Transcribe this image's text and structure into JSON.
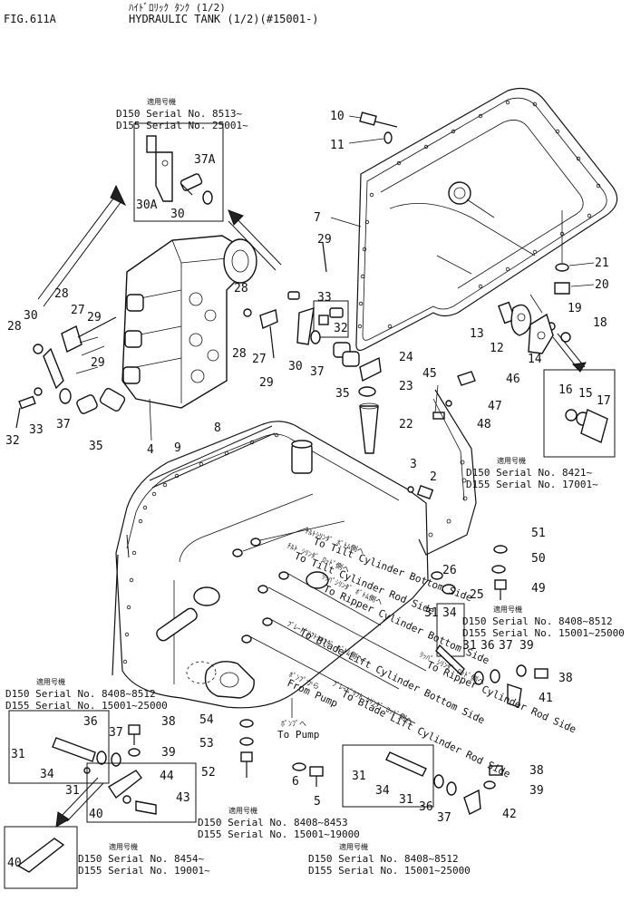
{
  "header": {
    "fig": "FIG.611A",
    "title_jp": "ﾊｲﾄﾞﾛﾘｯｸ ﾀﾝｸ (1/2)",
    "title": "HYDRAULIC TANK (1/2)(#15001-)"
  },
  "applicability_label": "適用号機",
  "notes": [
    {
      "id": "note-top",
      "lines": [
        "D150  Serial No. 8513~",
        "D155  Serial No. 25001~"
      ]
    },
    {
      "id": "note-right-mid",
      "lines": [
        "D150  Serial No. 8421~",
        "D155  Serial No. 17001~"
      ]
    },
    {
      "id": "note-right-low",
      "lines": [
        "D150  Serial No. 8408~8512",
        "D155  Serial No. 15001~25000"
      ]
    },
    {
      "id": "note-left-low",
      "lines": [
        "D150  Serial No. 8408~8512",
        "D155  Serial No. 15001~25000"
      ]
    },
    {
      "id": "note-bottom-mid",
      "lines": [
        "D150  Serial No. 8408~8453",
        "D155  Serial No. 15001~19000"
      ]
    },
    {
      "id": "note-bottom-left",
      "lines": [
        "D150  Serial No. 8454~",
        "D155  Serial No. 19001~"
      ]
    },
    {
      "id": "note-bottom-right",
      "lines": [
        "D150  Serial No. 8408~8512",
        "D155  Serial No. 15001~25000"
      ]
    }
  ],
  "port_labels": {
    "tilt_bottom": "To Tilt Cylinder Bottom Side",
    "tilt_rod": "To Tilt Cylinder Rod Side",
    "ripper_bottom": "To Ripper Cylinder Bottom Side",
    "ripper_rod": "To Ripper Cylinder Rod Side",
    "blade_bottom": "To Blade Lift Cylinder Bottom Side",
    "blade_rod": "To Blade Lift Cylinder Rod Side",
    "from_pump": "From Pump",
    "to_pump": "To Pump"
  },
  "port_labels_jp": {
    "tilt_bottom": "ﾁﾙﾄｼﾘﾝﾀﾞ ﾎﾞﾄﾑ側へ",
    "tilt_rod": "ﾁﾙﾄ ｼﾘﾝﾀﾞ ﾛｯﾄﾞ側へ",
    "ripper_bottom": "ﾘｯﾊﾟｼﾘﾝﾀﾞ ﾎﾞﾄﾑ側へ",
    "ripper_rod": "ﾘｯﾊﾟ ｼﾘﾝﾀﾞ ﾛｯﾄﾞ側へ",
    "blade_bottom": "ﾌﾞﾚｰﾄﾞﾘﾌﾄｼﾘﾝﾀﾞ ﾎﾞﾄﾑ側へ",
    "blade_rod": "ﾌﾞﾚｰﾄﾞﾘﾌﾄ ｼﾘﾝﾀﾞ ﾛｯﾄﾞ側へ",
    "from_pump": "ﾎﾟﾝﾌﾟから",
    "to_pump": "ﾎﾟﾝﾌﾟへ"
  },
  "callouts": {
    "c10": "10",
    "c11": "11",
    "c7": "7",
    "c21": "21",
    "c20": "20",
    "c19": "19",
    "c18": "18",
    "c13": "13",
    "c12": "12",
    "c14": "14",
    "c16": "16",
    "c15": "15",
    "c17": "17",
    "c24": "24",
    "c23": "23",
    "c22": "22",
    "c45": "45",
    "c46": "46",
    "c47": "47",
    "c48": "48",
    "c30a": "30A",
    "c30t": "30",
    "c37a": "37A",
    "c29a": "29",
    "c28a": "28",
    "c27a": "27",
    "c29b": "29",
    "c28b": "28",
    "c30b": "30",
    "c29c": "29",
    "c32a": "32",
    "c33a": "33",
    "c37b": "37",
    "c35a": "35",
    "c28c": "28",
    "c28d": "28",
    "c27b": "27",
    "c29d": "29",
    "c33b": "33",
    "c32b": "32",
    "c30c": "30",
    "c37c": "37",
    "c35b": "35",
    "c4": "4",
    "c8": "8",
    "c9": "9",
    "c3": "3",
    "c2": "2",
    "c51": "51",
    "c50": "50",
    "c49": "49",
    "c26": "26",
    "c25": "25",
    "c31a": "31",
    "c34a": "34",
    "c31b": "31",
    "c36a": "36",
    "c37d": "37",
    "c39a": "39",
    "c38a": "38",
    "c41": "41",
    "c31c": "31",
    "c36b": "36",
    "c37e": "37",
    "c38b": "38",
    "c39b": "39",
    "c34b": "34",
    "c31d": "31",
    "c44": "44",
    "c43": "43",
    "c40a": "40",
    "c40b": "40",
    "c54": "54",
    "c53": "53",
    "c52": "52",
    "c6": "6",
    "c5": "5",
    "c31e": "31",
    "c34c": "34",
    "c31f": "31",
    "c36c": "36",
    "c37f": "37",
    "c38c": "38",
    "c39c": "39",
    "c42": "42"
  }
}
